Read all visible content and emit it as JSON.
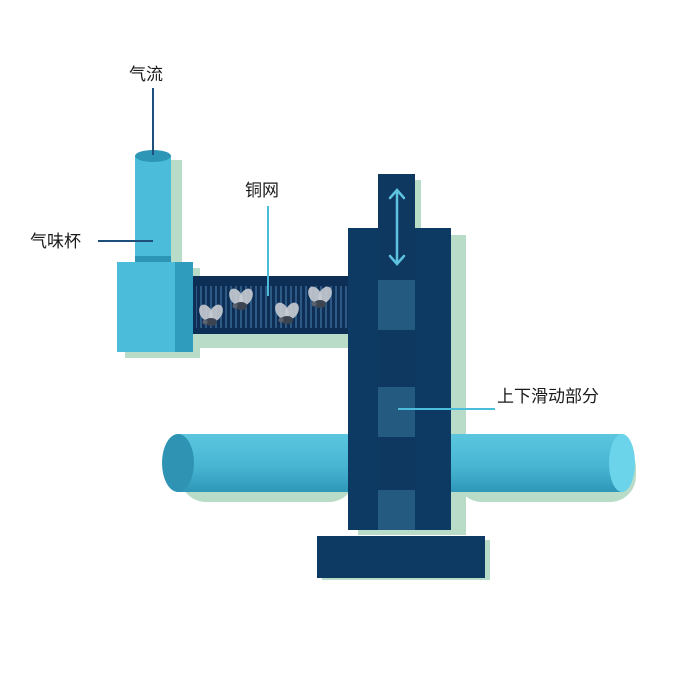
{
  "labels": {
    "airflow": "气流",
    "odor_cup": "气味杯",
    "copper_mesh": "铜网",
    "sliding_part": "上下滑动部分"
  },
  "icons": {
    "insects": "fly-icon",
    "motion": "up-down-arrow-icon"
  },
  "colors": {
    "light_tube": "#4bbcd9",
    "tube_shadow": "#b9dcc8",
    "dark_block": "#0d3a63",
    "mid_block": "#245a80",
    "leader_line": "#1e4f7a"
  }
}
